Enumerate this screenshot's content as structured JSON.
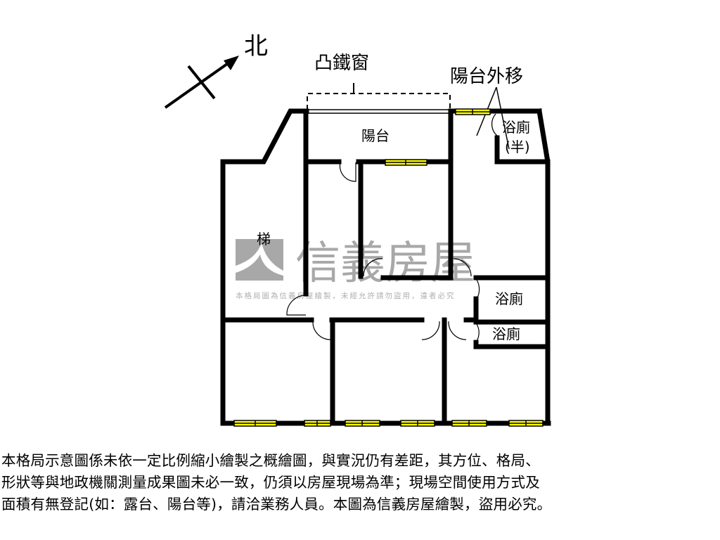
{
  "floor_plan": {
    "compass_label": "北",
    "labels": {
      "bay_window": "凸鐵窗",
      "balcony_moved": "陽台外移",
      "balcony": "陽台",
      "half_bath": "浴廁",
      "half_bath_note": "(半)",
      "stairs": "梯",
      "bathroom_1": "浴廁",
      "bathroom_2": "浴廁"
    },
    "colors": {
      "wall": "#000000",
      "window": "#ffff00",
      "watermark": "#a8a8a8"
    }
  },
  "watermark": {
    "brand": "信義房屋",
    "notice": "本格局圖為信義房屋繪製，未經允許請勿盜用，違者必究"
  },
  "disclaimer": {
    "lines": [
      "本格局示意圖係未依一定比例縮小繪製之概繪圖，與實況仍有差距，其方位、格局、",
      "形狀等與地政機關測量成果圖未必一致，仍須以房屋現場為準；現場空間使用方式及",
      "面積有無登記(如：露台、陽台等)，請洽業務人員。本圖為信義房屋繪製，盜用必究。"
    ]
  }
}
